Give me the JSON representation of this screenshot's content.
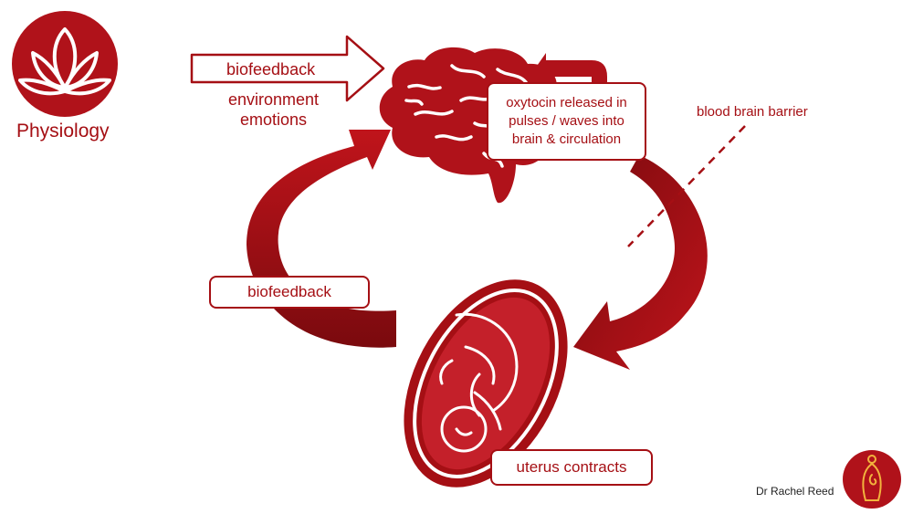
{
  "title": "Physiology",
  "top_arrow_label": "biofeedback",
  "inputs": [
    "environment",
    "emotions"
  ],
  "oxytocin_box": "oxytocin released in pulses / waves into brain & circulation",
  "barrier_label": "blood brain barrier",
  "left_box": "biofeedback",
  "bottom_box": "uterus contracts",
  "author": "Dr Rachel Reed",
  "colors": {
    "primary": "#a50f14",
    "dark": "#7a0a0e",
    "text": "#a50f14"
  },
  "icons": {
    "logo": "lotus-icon",
    "brain": "brain-icon",
    "uterus": "uterus-fetus-icon",
    "author_logo": "goddess-icon"
  }
}
